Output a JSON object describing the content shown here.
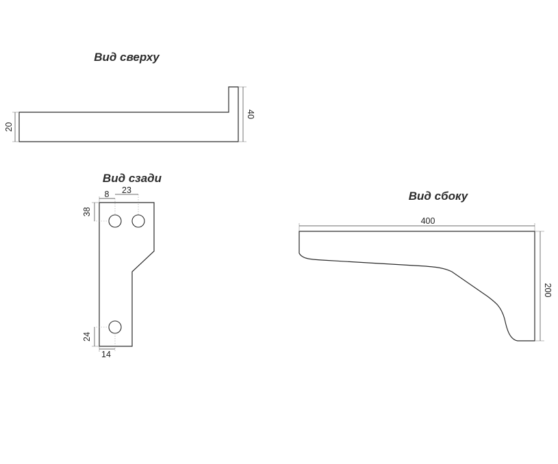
{
  "views": {
    "top": {
      "title": "Вид сверху",
      "dims": {
        "thickness": "20",
        "leg": "40"
      }
    },
    "back": {
      "title": "Вид сзади",
      "dims": {
        "hole_x": "8",
        "hole_spacing": "23",
        "hole_top": "38",
        "hole_bottom": "24",
        "width_bottom": "14"
      }
    },
    "side": {
      "title": "Вид сбоку",
      "dims": {
        "length": "400",
        "height": "200"
      }
    }
  },
  "colors": {
    "line": "#2a2a2a",
    "text": "#222222",
    "background": "#ffffff"
  }
}
